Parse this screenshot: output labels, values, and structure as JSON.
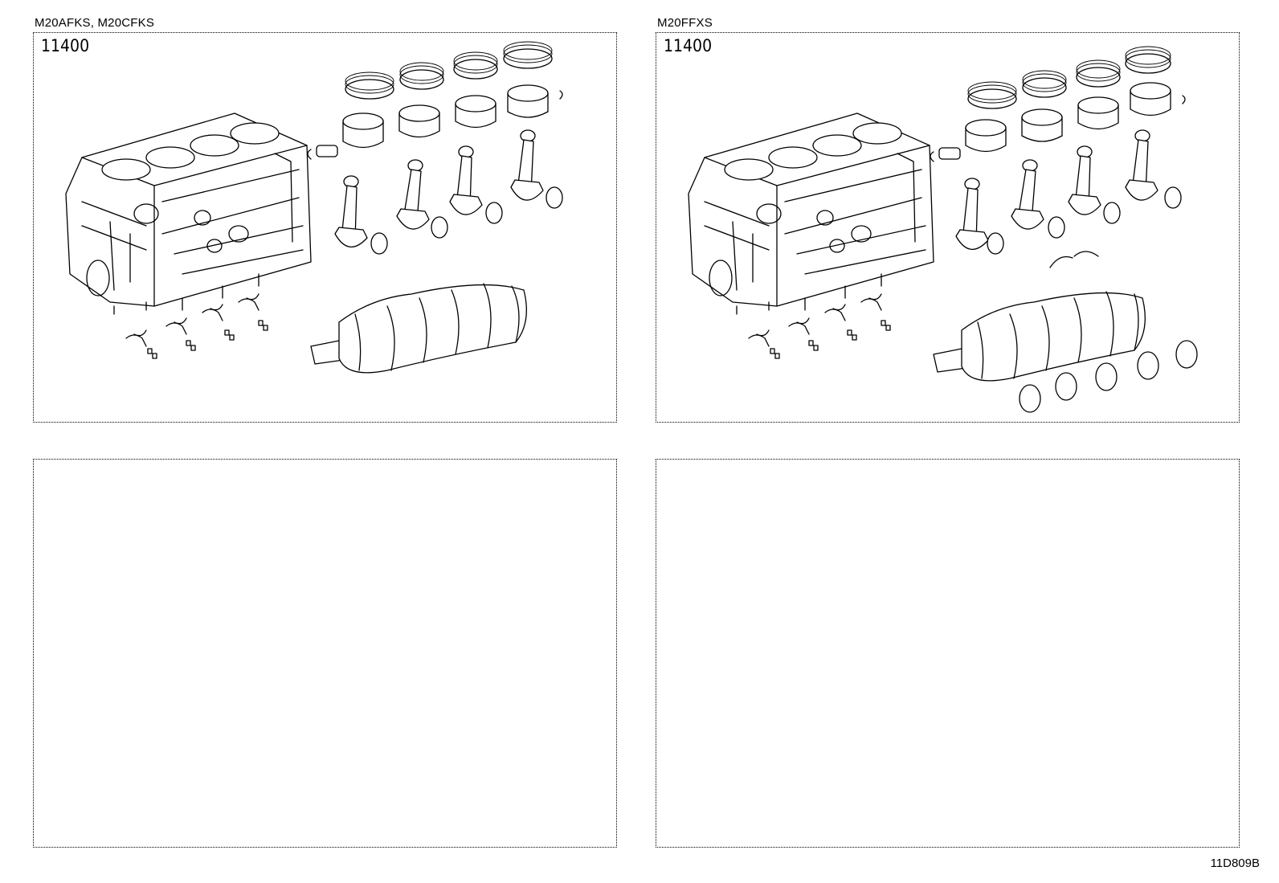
{
  "panels": [
    {
      "caption": "M20AFKS, M20CFKS",
      "part_number": "11400"
    },
    {
      "caption": "M20FFXS",
      "part_number": "11400"
    },
    {
      "caption": "",
      "part_number": ""
    },
    {
      "caption": "",
      "part_number": ""
    }
  ],
  "illustration_code": "11D809B"
}
